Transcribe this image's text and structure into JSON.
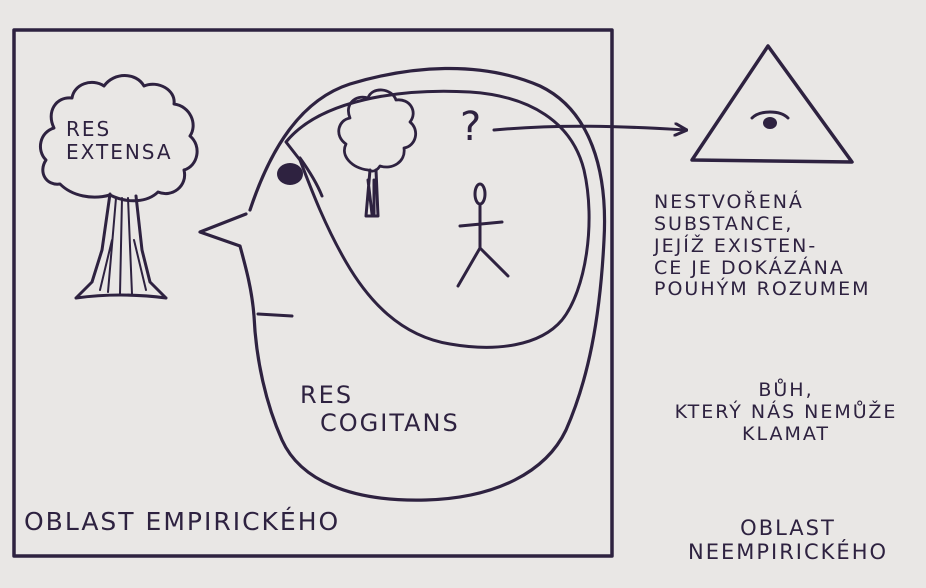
{
  "labels": {
    "res_extensa": [
      "RES",
      "EXTENSA"
    ],
    "res_cogitans": [
      "RES",
      "COGITANS"
    ],
    "substance": [
      "NESTVOŘENÁ",
      "SUBSTANCE,",
      "JEJÍŽ EXISTEN-",
      "CE JE DOKÁZÁNA",
      "POUHÝM ROZUMEM"
    ],
    "god": [
      "BŮH,",
      "KTERÝ NÁS NEMŮŽE",
      "KLAMAT"
    ],
    "question_mark": "?",
    "region_empirical": "OBLAST EMPIRICKÉHO",
    "region_nonempirical": [
      "OBLAST",
      "NEEMPIRICKÉHO"
    ]
  },
  "colors": {
    "paper": "#e9e7e5",
    "ink": "#2e2240"
  }
}
